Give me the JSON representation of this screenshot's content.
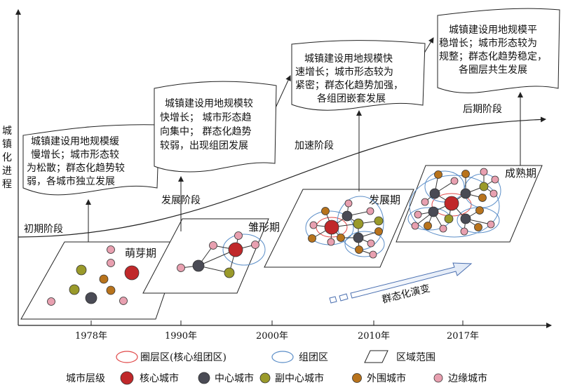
{
  "y_axis_label": "城镇化进程",
  "timeline": [
    "1978年",
    "1990年",
    "2000年",
    "2010年",
    "2017年"
  ],
  "phases": [
    "初期阶段",
    "发展阶段",
    "加速阶段",
    "后期阶段"
  ],
  "stages": [
    "萌芽期",
    "雏形期",
    "发展期",
    "成熟期"
  ],
  "callouts": [
    [
      "城镇建设用地规模缓",
      "慢增长；城市形态较",
      "为松散；群态化趋势较",
      "弱，各城市独立发展"
    ],
    [
      "城镇建设用地规模较",
      "快增长；  城市形态趋",
      "向集中；  群态化趋势",
      "较弱，出现组团发展"
    ],
    [
      "城镇建设用地规模快",
      "速增长；城市形态较为",
      "紧密；群态化趋势加强，",
      "各组团嵌套发展"
    ],
    [
      "城镇建设用地规模平",
      "稳增长；城市形态较为",
      "规整；群态化趋势稳定，",
      "各圈层共生发展"
    ]
  ],
  "evolution_label": "群态化演变",
  "legend": {
    "row1": [
      "圈层区(核心组团区)",
      "组团区",
      "区域范围"
    ],
    "hierarchy_title": "城市层级",
    "row2": [
      "核心城市",
      "中心城市",
      "副中心城市",
      "外围城市",
      "边缘城市"
    ]
  },
  "colors": {
    "core": "#c0282a",
    "center": "#4a4b55",
    "sub_center": "#9a9a2a",
    "outer": "#b8731c",
    "edge": "#e8a0b0",
    "ring": "#e04848",
    "cluster": "#5b8ec8",
    "arrow": "#4a6fb0"
  }
}
